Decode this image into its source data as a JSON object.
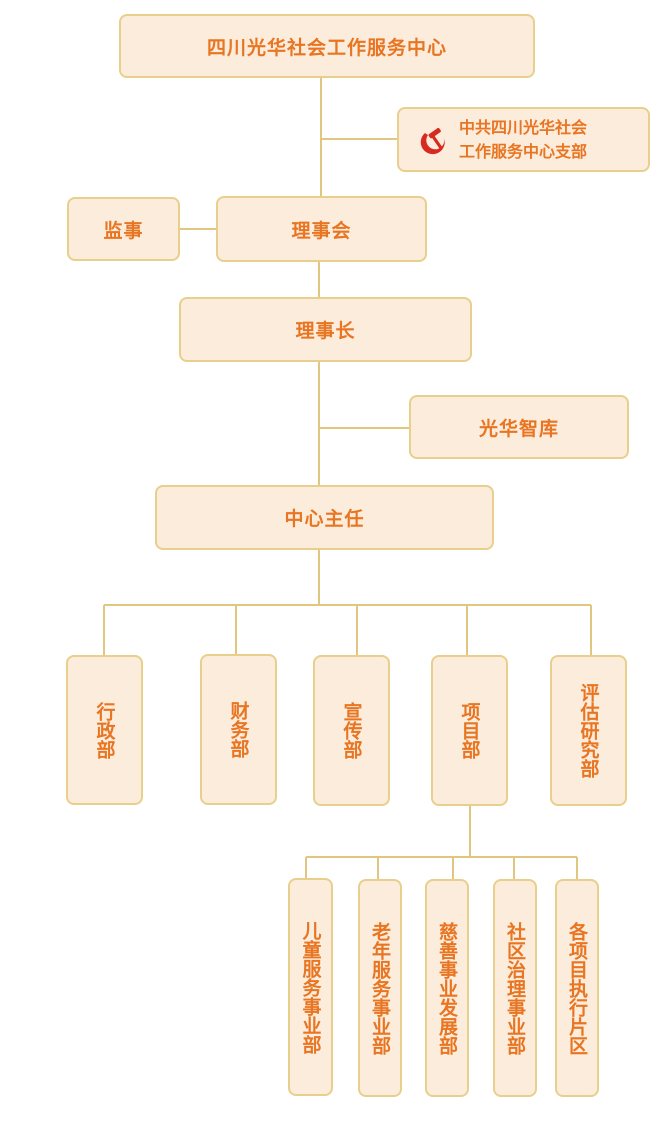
{
  "center": "四川光华社会工作服务中心",
  "party_branch": {
    "line1": "中共四川光华社会",
    "line2": "工作服务中心支部",
    "emblem": "party-emblem-icon"
  },
  "supervisor": "监事",
  "council": "理事会",
  "chairman": "理事长",
  "think_tank": "光华智库",
  "director": "中心主任",
  "departments": [
    "行政部",
    "财务部",
    "宣传部",
    "项目部",
    "评估研究部"
  ],
  "project_units": [
    "儿童服务事业部",
    "老年服务事业部",
    "慈善事业发展部",
    "社区治理事业部",
    "各项目执行片区"
  ],
  "colors": {
    "box_fill": "#fcecdc",
    "box_border": "#e8cf8c",
    "text": "#e87522",
    "line": "#e0c67e",
    "emblem": "#d72a21"
  }
}
